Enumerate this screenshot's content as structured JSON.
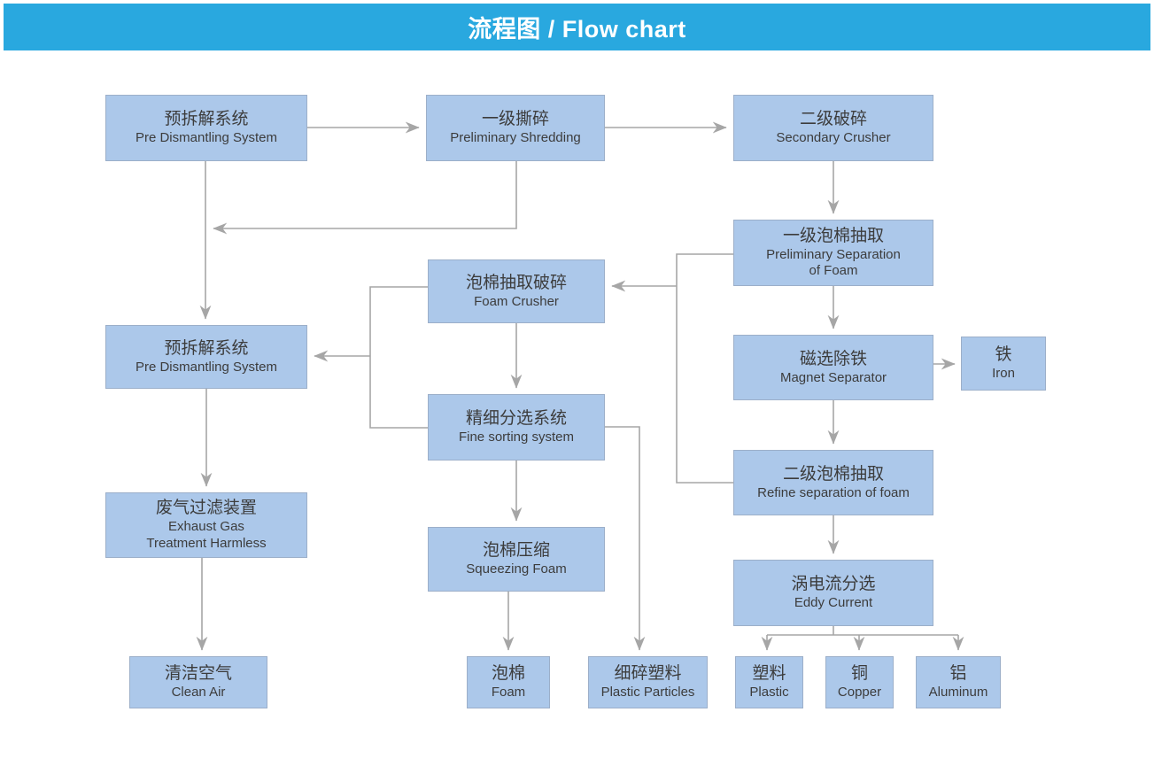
{
  "header": {
    "title": "流程图 / Flow chart",
    "background_color": "#29A8DF",
    "text_color": "#FFFFFF"
  },
  "styles": {
    "node_fill_color": "#ACC8EA",
    "node_border_color": "#9CAFC9",
    "connector_color": "#A6A6A6",
    "node_text_color": "#3C3C3C"
  },
  "chart_data": {
    "type": "flowchart",
    "title": "流程图 / Flow chart"
  },
  "nodes": {
    "pre_dismantling_1": {
      "zh": "预拆解系统",
      "en": "Pre Dismantling System"
    },
    "preliminary_shredding": {
      "zh": "一级撕碎",
      "en": "Preliminary Shredding"
    },
    "secondary_crusher": {
      "zh": "二级破碎",
      "en": "Secondary Crusher"
    },
    "preliminary_separation_foam": {
      "zh": "一级泡棉抽取",
      "en": "Preliminary Separation\nof Foam"
    },
    "foam_crusher": {
      "zh": "泡棉抽取破碎",
      "en": "Foam Crusher"
    },
    "pre_dismantling_2": {
      "zh": "预拆解系统",
      "en": "Pre Dismantling System"
    },
    "magnet_separator": {
      "zh": "磁选除铁",
      "en": "Magnet Separator"
    },
    "iron": {
      "zh": "铁",
      "en": "Iron"
    },
    "fine_sorting": {
      "zh": "精细分选系统",
      "en": "Fine sorting system"
    },
    "refine_separation_foam": {
      "zh": "二级泡棉抽取",
      "en": "Refine separation of foam"
    },
    "exhaust_gas": {
      "zh": "废气过滤装置",
      "en": "Exhaust Gas\nTreatment Harmless"
    },
    "squeezing_foam": {
      "zh": "泡棉压缩",
      "en": "Squeezing Foam"
    },
    "eddy_current": {
      "zh": "涡电流分选",
      "en": "Eddy Current"
    },
    "clean_air": {
      "zh": "清洁空气",
      "en": "Clean Air"
    },
    "foam": {
      "zh": "泡棉",
      "en": "Foam"
    },
    "plastic_particles": {
      "zh": "细碎塑料",
      "en": "Plastic Particles"
    },
    "plastic": {
      "zh": "塑料",
      "en": "Plastic"
    },
    "copper": {
      "zh": "铜",
      "en": "Copper"
    },
    "aluminum": {
      "zh": "铝",
      "en": "Aluminum"
    }
  },
  "connections": [
    {
      "from": "pre_dismantling_1",
      "to": "preliminary_shredding"
    },
    {
      "from": "preliminary_shredding",
      "to": "secondary_crusher"
    },
    {
      "from": "secondary_crusher",
      "to": "preliminary_separation_foam"
    },
    {
      "from": "pre_dismantling_1",
      "to": "pre_dismantling_2"
    },
    {
      "from": "preliminary_shredding",
      "to": "pre_dismantling_2"
    },
    {
      "from": "preliminary_separation_foam",
      "to": "foam_crusher"
    },
    {
      "from": "refine_separation_foam",
      "to": "foam_crusher"
    },
    {
      "from": "preliminary_separation_foam",
      "to": "magnet_separator"
    },
    {
      "from": "magnet_separator",
      "to": "iron"
    },
    {
      "from": "magnet_separator",
      "to": "refine_separation_foam"
    },
    {
      "from": "refine_separation_foam",
      "to": "eddy_current"
    },
    {
      "from": "foam_crusher",
      "to": "fine_sorting"
    },
    {
      "from": "foam_crusher",
      "to": "pre_dismantling_2"
    },
    {
      "from": "fine_sorting",
      "to": "pre_dismantling_2"
    },
    {
      "from": "fine_sorting",
      "to": "squeezing_foam"
    },
    {
      "from": "fine_sorting",
      "to": "plastic_particles"
    },
    {
      "from": "squeezing_foam",
      "to": "foam"
    },
    {
      "from": "pre_dismantling_2",
      "to": "exhaust_gas"
    },
    {
      "from": "exhaust_gas",
      "to": "clean_air"
    },
    {
      "from": "eddy_current",
      "to": "plastic"
    },
    {
      "from": "eddy_current",
      "to": "copper"
    },
    {
      "from": "eddy_current",
      "to": "aluminum"
    }
  ]
}
